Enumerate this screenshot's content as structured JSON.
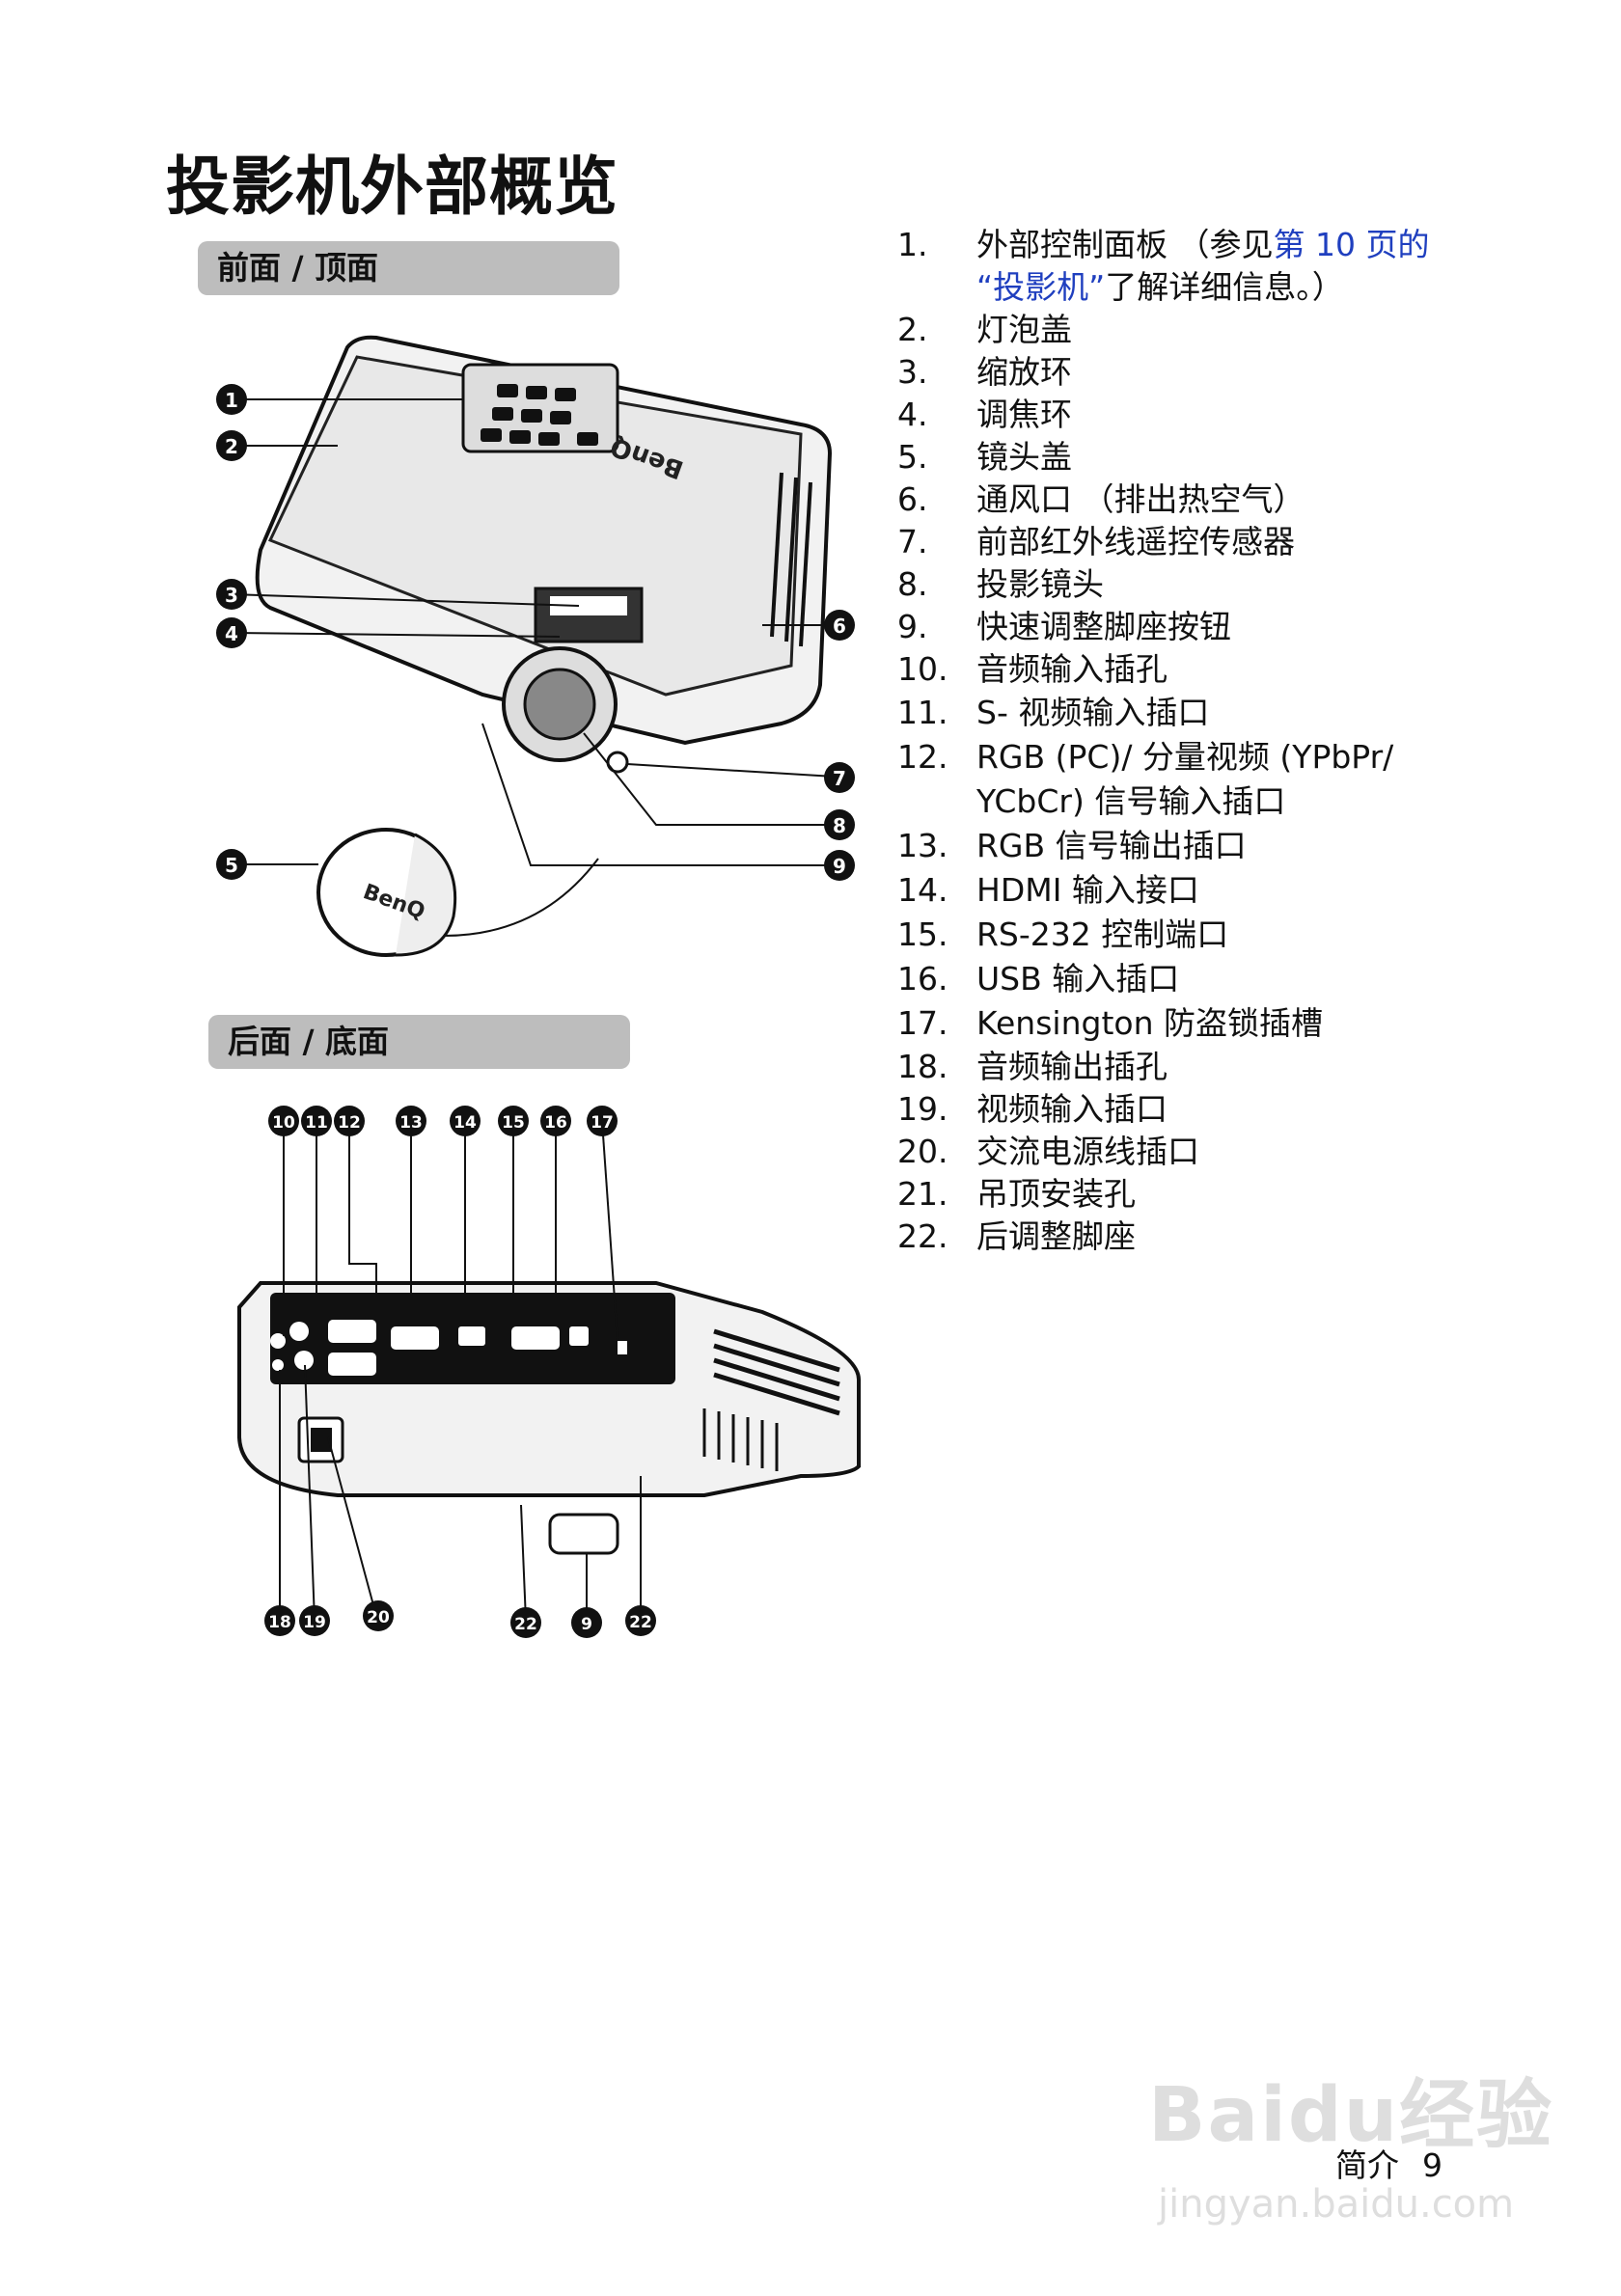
{
  "page_title": "投影机外部概览",
  "sections": {
    "front": "前面 / 顶面",
    "rear": "后面 / 底面"
  },
  "figure_front": {
    "brand_top": "BenQ",
    "brand_cap": "BenQ",
    "callouts": [
      "1",
      "2",
      "3",
      "4",
      "5",
      "6",
      "7",
      "8",
      "9"
    ]
  },
  "figure_rear": {
    "callouts_top": [
      "10",
      "11",
      "12",
      "13",
      "14",
      "15",
      "16",
      "17"
    ],
    "callouts_bottom": [
      "18",
      "19",
      "20",
      "22",
      "9",
      "22"
    ]
  },
  "list": [
    {
      "num": "1.",
      "text_before": "外部控制面板 （参见",
      "link": "第 10 页的",
      "line2_link": "“投影机”",
      "line2_after": "了解详细信息。）"
    },
    {
      "num": "2.",
      "text": "灯泡盖"
    },
    {
      "num": "3.",
      "text": "缩放环"
    },
    {
      "num": "4.",
      "text": "调焦环"
    },
    {
      "num": "5.",
      "text": "镜头盖"
    },
    {
      "num": "6.",
      "text": "通风口 （排出热空气）"
    },
    {
      "num": "7.",
      "text": "前部红外线遥控传感器"
    },
    {
      "num": "8.",
      "text": "投影镜头"
    },
    {
      "num": "9.",
      "text": "快速调整脚座按钮"
    },
    {
      "num": "10.",
      "text": "音频输入插孔"
    },
    {
      "num": "11.",
      "text": "S- 视频输入插口"
    },
    {
      "num": "12.",
      "text": "RGB (PC)/ 分量视频 (YPbPr/",
      "text2": "YCbCr) 信号输入插口"
    },
    {
      "num": "13.",
      "text": "RGB 信号输出插口"
    },
    {
      "num": "14.",
      "text": "HDMI 输入接口"
    },
    {
      "num": "15.",
      "text": "RS-232 控制端口"
    },
    {
      "num": "16.",
      "text": "USB 输入插口"
    },
    {
      "num": "17.",
      "text": "Kensington 防盗锁插槽"
    },
    {
      "num": "18.",
      "text": "音频输出插孔"
    },
    {
      "num": "19.",
      "text": "视频输入插口"
    },
    {
      "num": "20.",
      "text": "交流电源线插口"
    },
    {
      "num": "21.",
      "text": "吊顶安装孔"
    },
    {
      "num": "22.",
      "text": "后调整脚座"
    }
  ],
  "footer": {
    "section": "简介",
    "page": "9"
  },
  "watermark": {
    "line1": "Baidu经验",
    "line2": "jingyan.baidu.com"
  }
}
